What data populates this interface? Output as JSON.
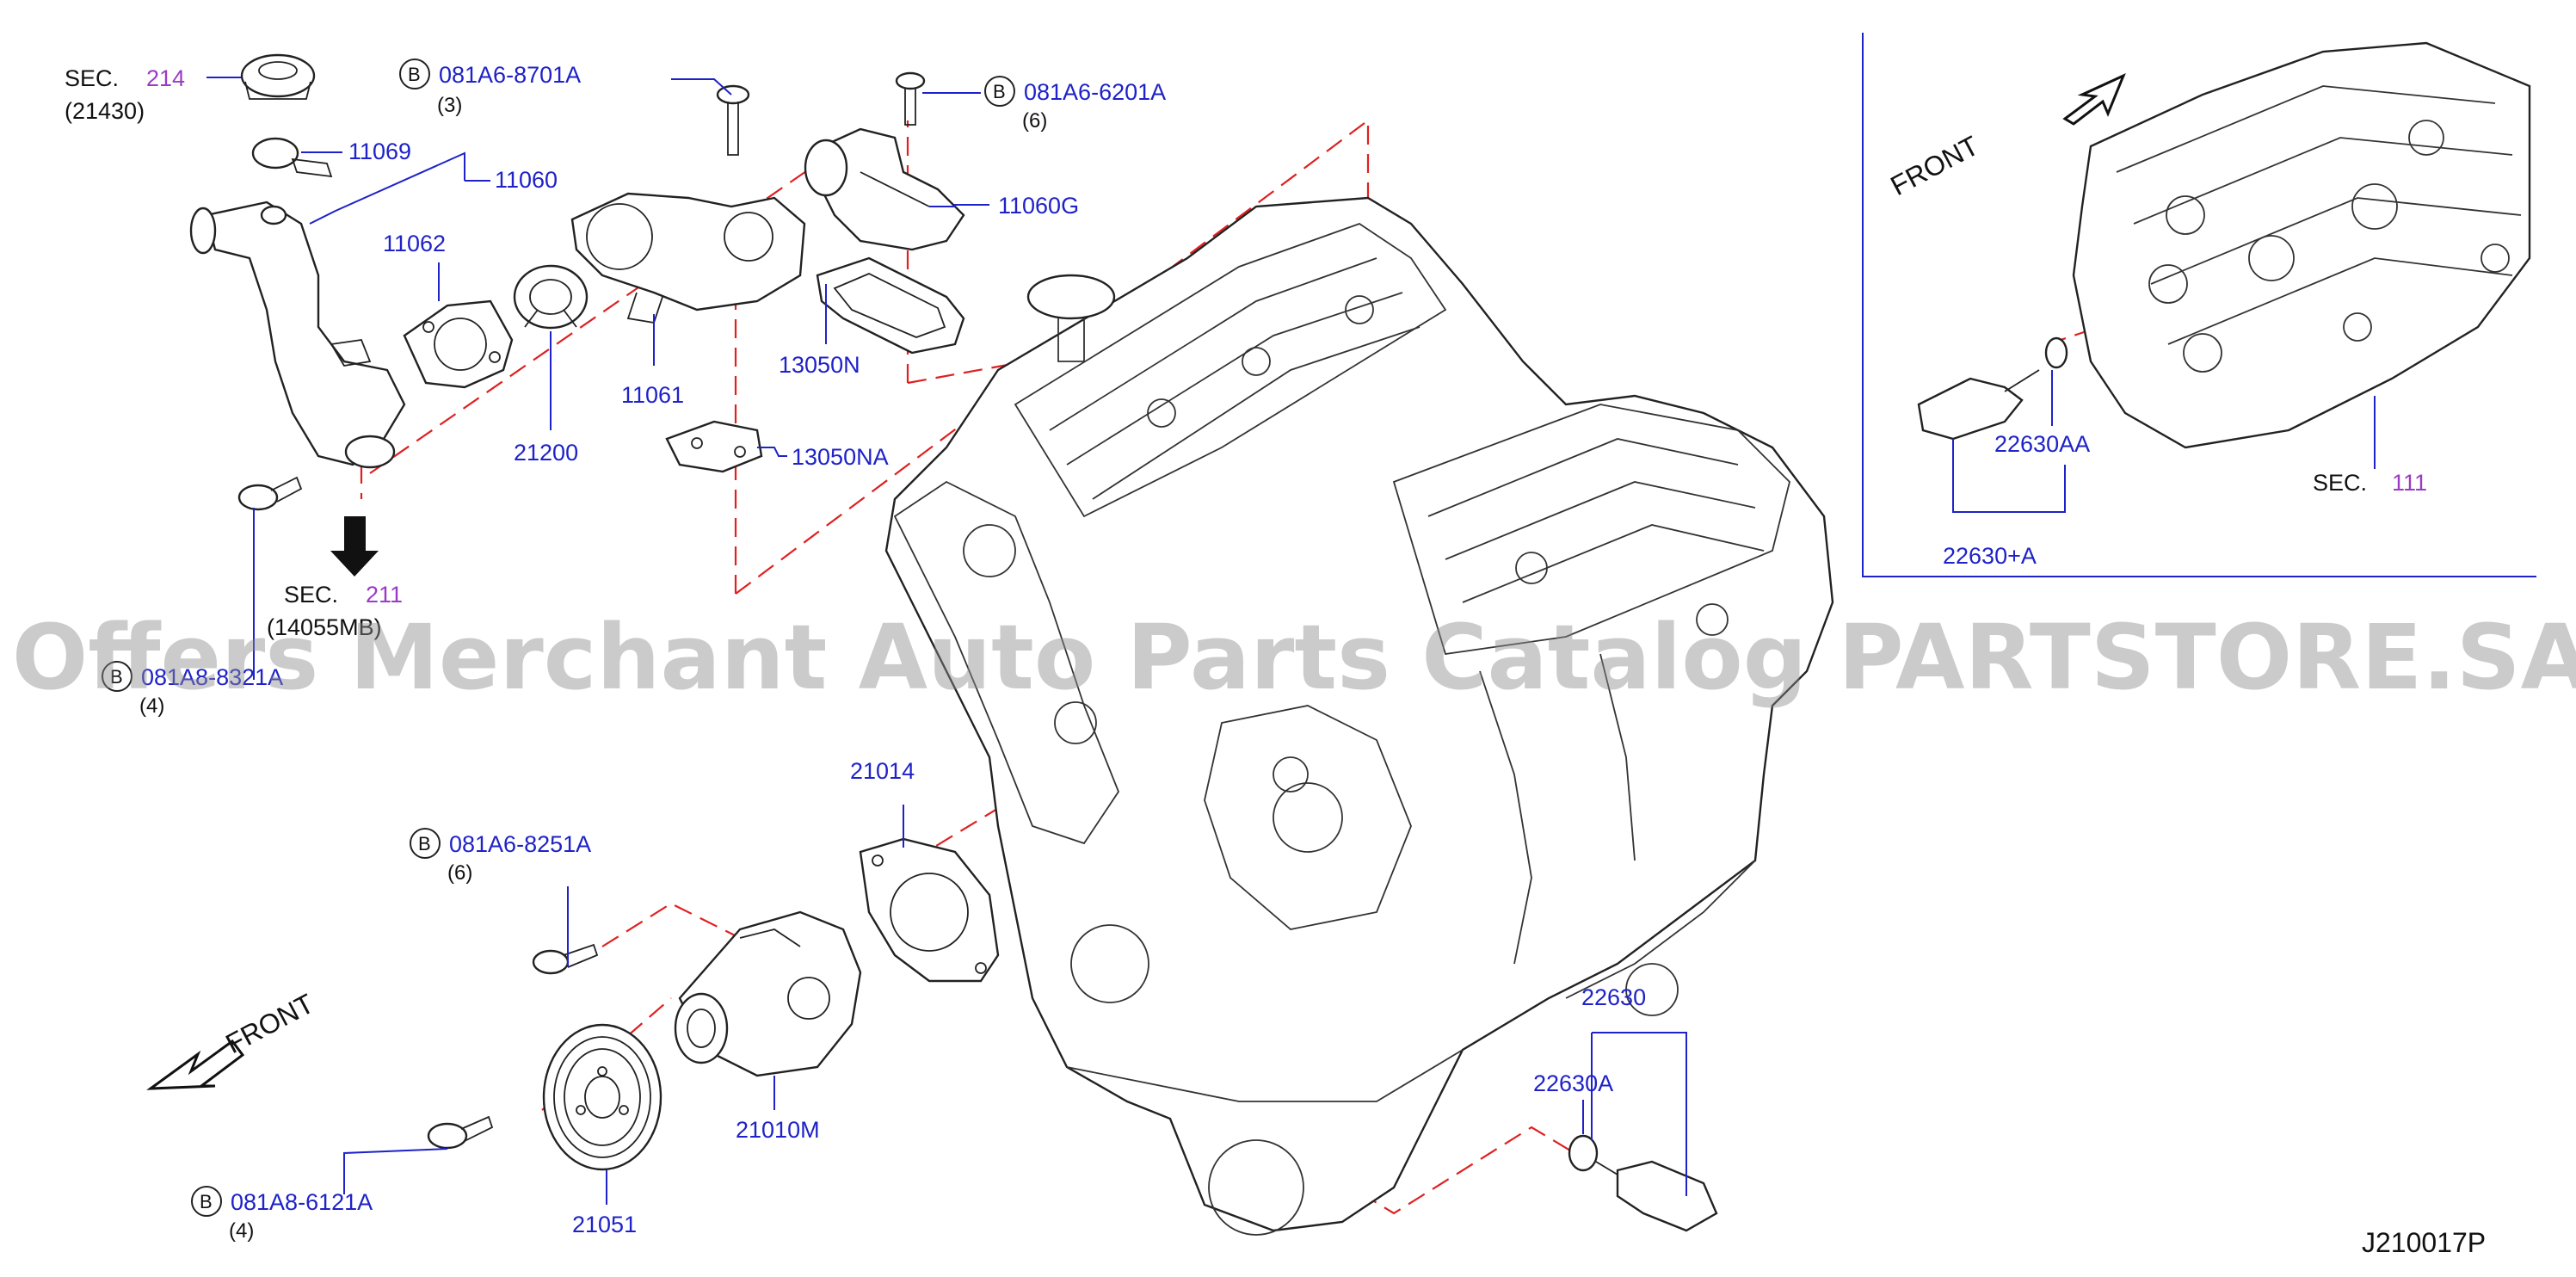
{
  "callouts": {
    "sec_214": {
      "prefix": "SEC.",
      "num": "214",
      "sub": "(21430)"
    },
    "sec_211": {
      "prefix": "SEC.",
      "num": "211",
      "sub": "(14055MB)"
    },
    "sec_111": {
      "prefix": "SEC.",
      "num": "111"
    },
    "b_8701": {
      "marker": "B",
      "part": "081A6-8701A",
      "qty": "(3)"
    },
    "b_6201": {
      "marker": "B",
      "part": "081A6-6201A",
      "qty": "(6)"
    },
    "b_8321": {
      "marker": "B",
      "part": "081A8-8321A",
      "qty": "(4)"
    },
    "b_8251": {
      "marker": "B",
      "part": "081A6-8251A",
      "qty": "(6)"
    },
    "b_6121": {
      "marker": "B",
      "part": "081A8-6121A",
      "qty": "(4)"
    }
  },
  "parts": {
    "p11069": "11069",
    "p11060": "11060",
    "p11062": "11062",
    "p11061": "11061",
    "p21200": "21200",
    "p11060g": "11060G",
    "p13050n": "13050N",
    "p13050na": "13050NA",
    "p21014": "21014",
    "p21010m": "21010M",
    "p21051": "21051",
    "p22630": "22630",
    "p22630a": "22630A",
    "p22630aa": "22630AA",
    "p22630plusa": "22630+A"
  },
  "labels": {
    "front_main": "FRONT",
    "front_inset": "FRONT",
    "diagram_code": "J210017P"
  },
  "watermark": "Offers Merchant Auto Parts Catalog PARTSTORE.SA",
  "colors": {
    "label_blue": "#1e22c8",
    "section_purple": "#9a3bc4",
    "phantom_red": "#e02020",
    "line_black": "#222222"
  }
}
